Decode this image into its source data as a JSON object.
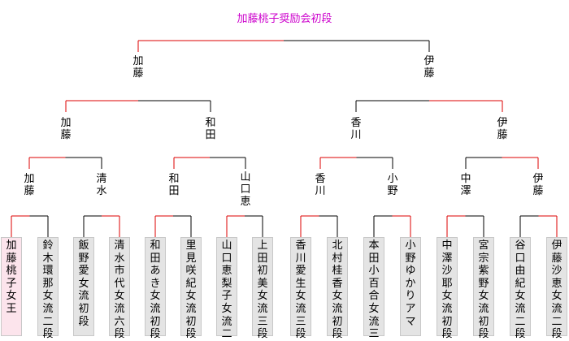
{
  "title": "加藤桃子奨励会初段",
  "colors": {
    "title": "#cc00cc",
    "win_line": "#dd0000",
    "line": "#000000",
    "box": "#e4e4e4",
    "champion_box": "#fce4ec"
  },
  "rounds": [
    {
      "matches": [
        {
          "winner": "加藤",
          "winner_side": "top"
        }
      ]
    },
    {
      "matches": [
        {
          "top": "加藤",
          "bottom": "伊藤",
          "winner_side": "top"
        }
      ]
    },
    {
      "matches": [
        {
          "top": "加藤",
          "bottom": "和田",
          "winner_side": "top"
        },
        {
          "top": "香川",
          "bottom": "伊藤",
          "winner_side": "bottom"
        }
      ]
    },
    {
      "matches": [
        {
          "top": "加藤",
          "bottom": "清水",
          "winner_side": "top"
        },
        {
          "top": "和田",
          "bottom": "山口恵",
          "winner_side": "top"
        },
        {
          "top": "香川",
          "bottom": "小野",
          "winner_side": "top"
        },
        {
          "top": "中澤",
          "bottom": "伊藤",
          "winner_side": "bottom"
        }
      ]
    }
  ],
  "first_round": [
    {
      "top": "加藤",
      "bottom": "鈴木",
      "winner_side": "top"
    },
    {
      "top": "飯野",
      "bottom": "清水",
      "winner_side": "bottom"
    },
    {
      "top": "和田",
      "bottom": "里見",
      "winner_side": "top"
    },
    {
      "top": "山口恵",
      "bottom": "上田",
      "winner_side": "top"
    },
    {
      "top": "香川",
      "bottom": "北村",
      "winner_side": "top"
    },
    {
      "top": "本田",
      "bottom": "小野",
      "winner_side": "bottom"
    },
    {
      "top": "中澤",
      "bottom": "宮宗",
      "winner_side": "top"
    },
    {
      "top": "谷口",
      "bottom": "伊藤",
      "winner_side": "bottom"
    }
  ],
  "players": [
    {
      "name": "加藤桃子女王",
      "champion": true
    },
    {
      "name": "鈴木環那女流二段"
    },
    {
      "name": "飯野　愛女流初段"
    },
    {
      "name": "清水市代女流六段"
    },
    {
      "name": "和田あき女流初段"
    },
    {
      "name": "里見咲紀女流初段"
    },
    {
      "name": "山口恵梨子女流二段"
    },
    {
      "name": "上田初美女流三段"
    },
    {
      "name": "香川愛生女流三段"
    },
    {
      "name": "北村桂香女流初段"
    },
    {
      "name": "本田小百合女流三段"
    },
    {
      "name": "小野ゆかりアマ"
    },
    {
      "name": "中澤沙耶女流初段"
    },
    {
      "name": "宮宗紫野女流初段"
    },
    {
      "name": "谷口由紀女流二段"
    },
    {
      "name": "伊藤沙恵女流二段"
    }
  ],
  "labels": {
    "final": [
      "加藤",
      "伊藤"
    ],
    "semi": [
      "加藤",
      "和田",
      "香川",
      "伊藤"
    ],
    "quarter": [
      "加藤",
      "清水",
      "和田",
      "山口恵",
      "香川",
      "小野",
      "中澤",
      "伊藤"
    ]
  }
}
